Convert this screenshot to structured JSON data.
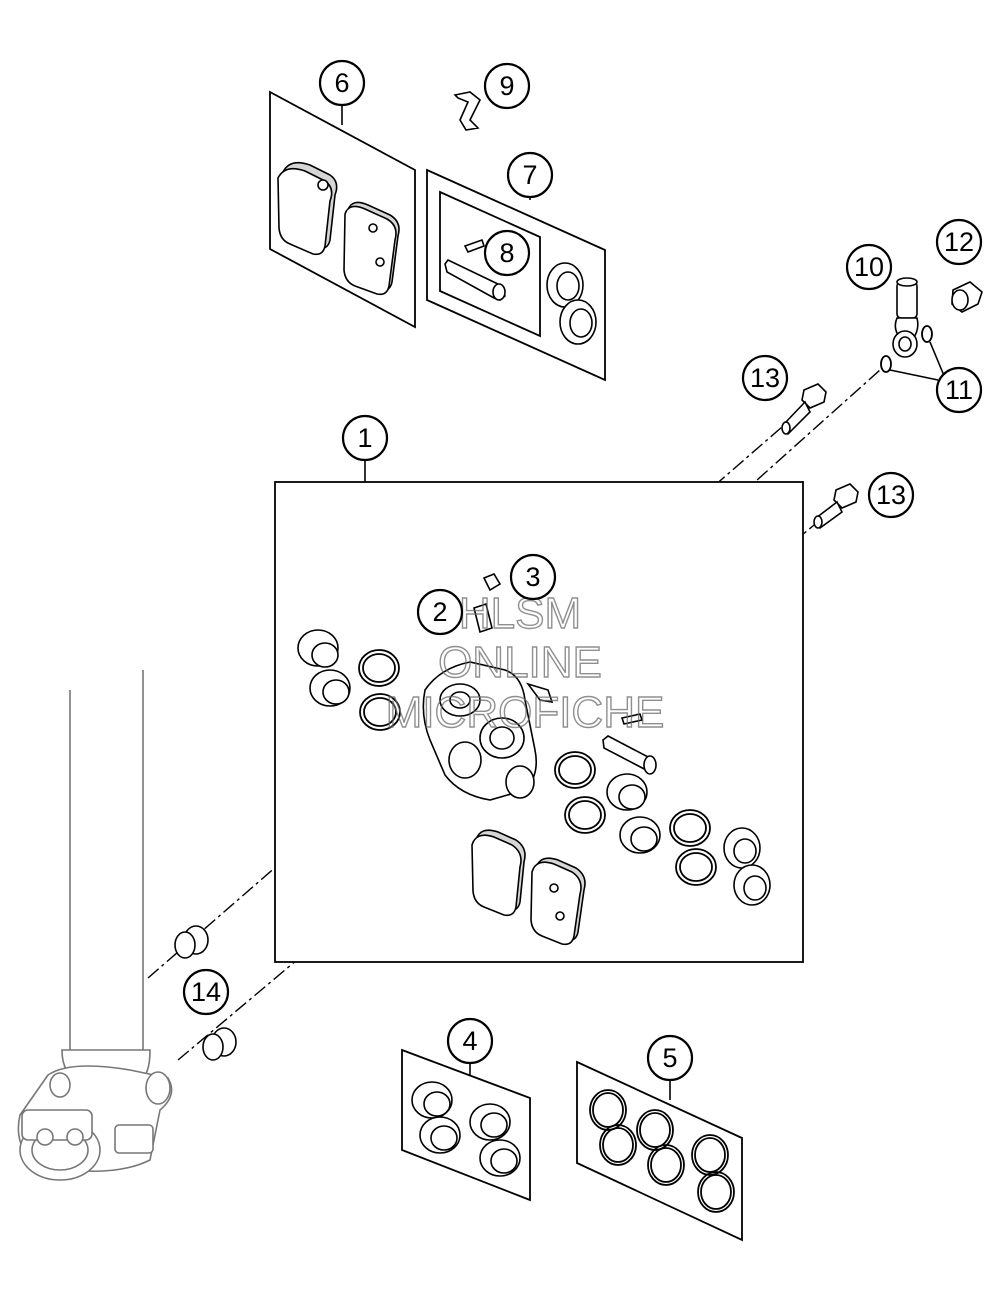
{
  "callouts": {
    "c1": "1",
    "c2": "2",
    "c3": "3",
    "c4": "4",
    "c5": "5",
    "c6": "6",
    "c7": "7",
    "c8": "8",
    "c9": "9",
    "c10": "10",
    "c11": "11",
    "c12": "12",
    "c13a": "13",
    "c13b": "13",
    "c14": "14"
  },
  "watermark": {
    "line1": "HLSM",
    "line2": "ONLINE",
    "line3": "MICROFICHE"
  }
}
